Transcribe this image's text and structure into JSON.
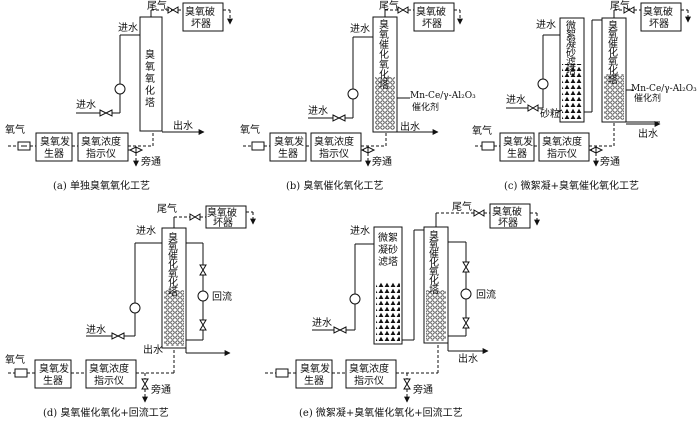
{
  "labels": {
    "ozone_in": "氧气",
    "ozone_gen_1": "臭氧发",
    "ozone_gen_2": "生器",
    "conc_1": "臭氧浓度",
    "conc_2": "指示仪",
    "conc_c_1": "臭氧浓度",
    "tail_gas": "尾气",
    "destroyer_1": "臭氧破",
    "destroyer_2": "坏器",
    "water_in": "进水",
    "water_out": "出水",
    "bypass": "旁通",
    "recycle": "回流",
    "sand": "砂粒",
    "catalyst_1": "Mn-Ce/γ-Al₂O₃",
    "catalyst_2": "催化剂",
    "tower_a": [
      "臭",
      "氧",
      "氧",
      "化",
      "塔"
    ],
    "tower_cat": [
      "臭",
      "氧",
      "催",
      "化",
      "氧",
      "化",
      "塔"
    ],
    "tower_floc": [
      "微",
      "絮",
      "凝",
      "砂",
      "滤",
      "塔"
    ]
  },
  "captions": {
    "a": "(a)  单独臭氧氧化工艺",
    "b": "(b)  臭氧催化氧化工艺",
    "c": "(c)  微絮凝+臭氧催化氧化工艺",
    "d": "(d)  臭氧催化氧化+回流工艺",
    "e": "(e)  微絮凝+臭氧催化氧化+回流工艺"
  }
}
